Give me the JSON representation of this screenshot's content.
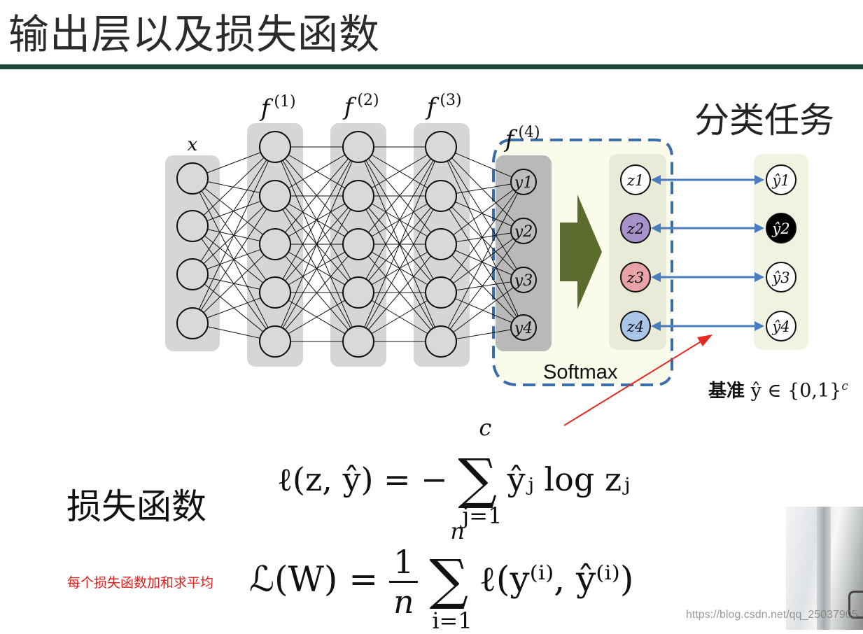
{
  "slide": {
    "title": "输出层以及损失函数",
    "section_title": "分类任务",
    "softmax_label": "Softmax",
    "baseline": {
      "label": "基准",
      "math": "ŷ ∈ {0,1}",
      "sup": "c"
    },
    "loss_title": "损失函数",
    "avg_note": "每个损失函数加和求平均",
    "watermark": "https://blog.csdn.net/qq_25037905"
  },
  "network": {
    "input_label": "x",
    "layers": [
      {
        "label": "f",
        "sup": "(1)",
        "nodes": 5
      },
      {
        "label": "f",
        "sup": "(2)",
        "nodes": 5
      },
      {
        "label": "f",
        "sup": "(3)",
        "nodes": 5
      },
      {
        "label": "f",
        "sup": "(4)",
        "nodes": 4
      }
    ],
    "input_nodes": 4,
    "output_nodes": [
      "y1",
      "y2",
      "y3",
      "y4"
    ],
    "softmax_nodes": [
      {
        "label": "z1",
        "color": "#ffffff"
      },
      {
        "label": "z2",
        "color": "#a792c9"
      },
      {
        "label": "z3",
        "color": "#e9a3a7"
      },
      {
        "label": "z4",
        "color": "#a9c6ea"
      }
    ],
    "target_nodes": [
      {
        "label": "ŷ1",
        "filled": false
      },
      {
        "label": "ŷ2",
        "filled": true
      },
      {
        "label": "ŷ3",
        "filled": false
      },
      {
        "label": "ŷ4",
        "filled": false
      }
    ],
    "colors": {
      "layer_bg": "#d6d6d6",
      "output_bg": "#b9b9b9",
      "softmax_bg": "#e9ead7",
      "dashed_box": "#3b6ea8",
      "arrow": "#5b6b2e",
      "link": "#4a7cc0",
      "annotation": "#e32b22"
    }
  },
  "formulas": {
    "single": {
      "lhs": "ℓ(z, ŷ) = −",
      "sum_top": "c",
      "sum_bottom": "j=1",
      "rhs": "ŷⱼ log zⱼ"
    },
    "total": {
      "lhs": "ℒ(W) =",
      "frac_num": "1",
      "frac_den": "n",
      "sum_top": "n",
      "sum_bottom": "i=1",
      "rhs": "ℓ(y⁽ⁱ⁾, ŷ⁽ⁱ⁾)"
    }
  }
}
